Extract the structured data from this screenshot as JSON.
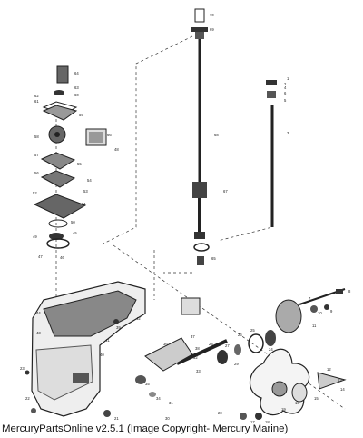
{
  "caption": "MercuryPartsOnline v2.5.1 (Image Copyright- Mercury Marine)",
  "callouts": {
    "c1": "70",
    "c2": "69",
    "c3": "68",
    "c4": "67",
    "c5": "65",
    "c6": "64",
    "c7": "63",
    "c8": "62",
    "c9": "61",
    "c10": "60",
    "c11": "59",
    "c12": "58",
    "c13": "57",
    "c14": "56",
    "c15": "55",
    "c16": "54",
    "c17": "53",
    "c18": "52",
    "c19": "51",
    "c20": "50",
    "c21": "49",
    "c22": "48",
    "c23": "47",
    "c24": "46",
    "c25": "45",
    "c26": "44",
    "c27": "43",
    "c28": "42",
    "c29": "41",
    "c30": "40",
    "c31": "39",
    "c32": "38",
    "c33": "37",
    "c34": "36",
    "c35": "35",
    "c36": "34",
    "c37": "33",
    "c38": "32",
    "c39": "31",
    "c40": "30",
    "c41": "29",
    "c42": "28",
    "c43": "27",
    "c44": "26",
    "c45": "25",
    "c46": "24",
    "c47": "23",
    "c48": "22",
    "c49": "21",
    "c50": "20",
    "c51": "19",
    "c52": "18",
    "c53": "17",
    "c54": "16",
    "c55": "15",
    "c56": "14",
    "c57": "13",
    "c58": "12",
    "c59": "11",
    "c60": "10",
    "c61": "9",
    "c62": "8",
    "c63": "7",
    "c64": "6",
    "c65": "5",
    "c66": "4",
    "c67": "3",
    "c68": "2",
    "c69": "1",
    "c70": "66"
  }
}
